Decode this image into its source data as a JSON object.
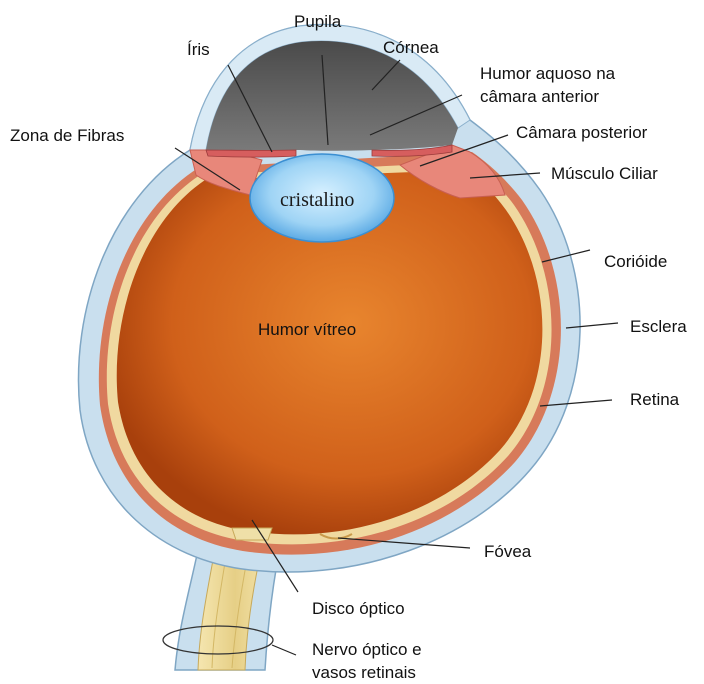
{
  "labels": {
    "pupila": "Pupila",
    "iris": "Íris",
    "cornea": "Córnea",
    "humor_aquoso_1": "Humor aquoso na",
    "humor_aquoso_2": "câmara anterior",
    "zona_fibras": "Zona de Fibras",
    "camara_posterior": "Câmara posterior",
    "musculo_ciliar": "Músculo Ciliar",
    "cristalino": "cristalino",
    "corioide": "Corióide",
    "humor_vitreo": "Humor vítreo",
    "esclera": "Esclera",
    "retina": "Retina",
    "fovea": "Fóvea",
    "disco_optico": "Disco óptico",
    "nervo_optico_1": "Nervo óptico e",
    "nervo_optico_2": "vasos retinais"
  },
  "colors": {
    "sclera": "#c9dfee",
    "sclera_edge": "#7fa6c4",
    "choroid": "#d77a5a",
    "retina": "#f0d9a0",
    "vitreous_center": "#e0782a",
    "vitreous_edge": "#b8450f",
    "anterior_chamber": "#555555",
    "lens_center": "#bfe6ff",
    "lens_edge": "#4aa0e0",
    "ciliary": "#e8877a",
    "optic_nerve": "#e8d28e"
  }
}
